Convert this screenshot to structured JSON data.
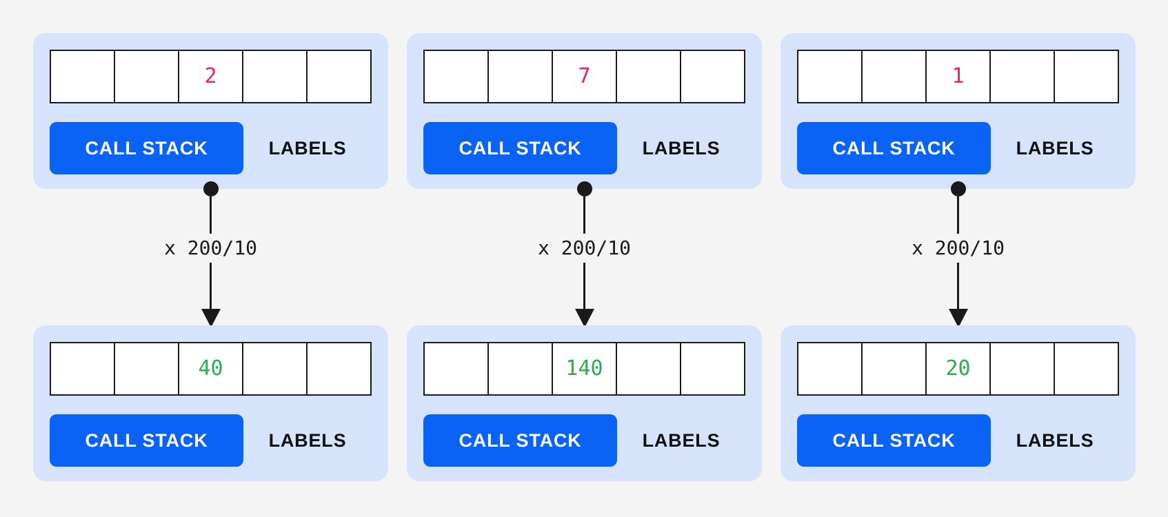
{
  "colors": {
    "background": "#f4f4f5",
    "card_bg": "#d7e2fb",
    "button_blue": "#0b63f5",
    "value_pink": "#ed1e6d",
    "value_green": "#28ae50",
    "ink": "#1a1a1a"
  },
  "labels": {
    "call_stack": "CALL STACK",
    "labels": "LABELS"
  },
  "columns": [
    {
      "arrow_label": "x 200/10",
      "top": {
        "cells": [
          "",
          "",
          "2",
          "",
          ""
        ]
      },
      "bottom": {
        "cells": [
          "",
          "",
          "40",
          "",
          ""
        ]
      }
    },
    {
      "arrow_label": "x 200/10",
      "top": {
        "cells": [
          "",
          "",
          "7",
          "",
          ""
        ]
      },
      "bottom": {
        "cells": [
          "",
          "",
          "140",
          "",
          ""
        ]
      }
    },
    {
      "arrow_label": "x 200/10",
      "top": {
        "cells": [
          "",
          "",
          "1",
          "",
          ""
        ]
      },
      "bottom": {
        "cells": [
          "",
          "",
          "20",
          "",
          ""
        ]
      }
    }
  ]
}
